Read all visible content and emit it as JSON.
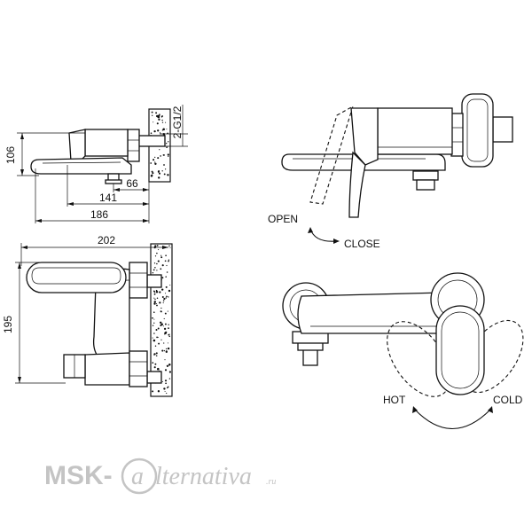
{
  "dimensions": {
    "side_height": "106",
    "side_depth_small": "66",
    "side_depth_mid": "141",
    "side_depth_total": "186",
    "thread": "2-G1/2",
    "front_width": "202",
    "front_height": "195"
  },
  "labels": {
    "open": "OPEN",
    "close": "CLOSE",
    "hot": "HOT",
    "cold": "COLD"
  },
  "watermark": {
    "prefix": "MSK-",
    "at": "a",
    "suffix": "lternativa",
    "domain": ".ru"
  }
}
